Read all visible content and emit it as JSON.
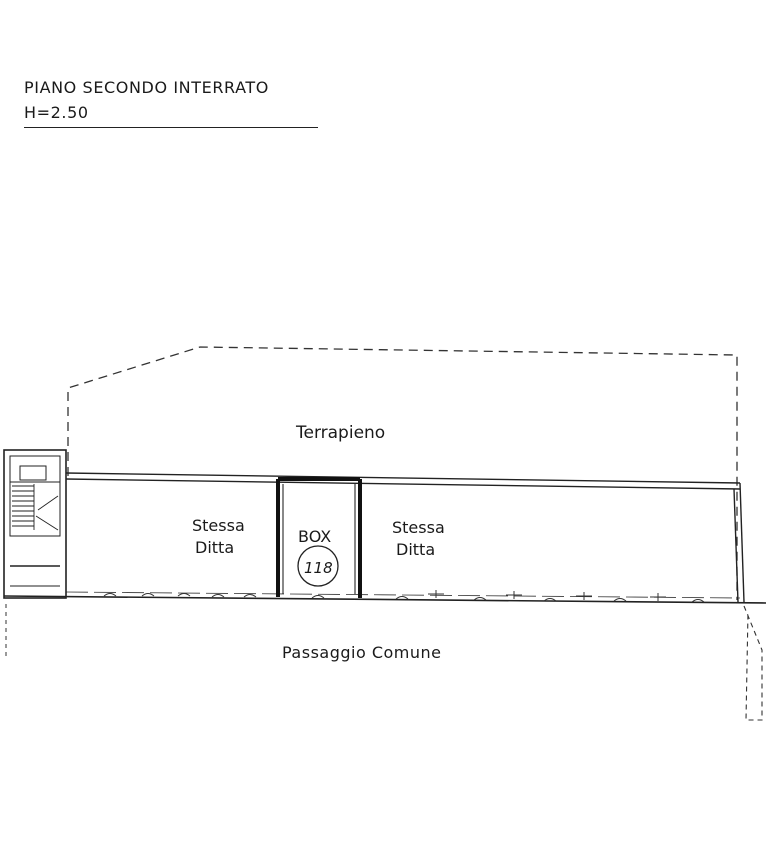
{
  "header": {
    "title": "PIANO SECONDO INTERRATO",
    "height": "H=2.50"
  },
  "plan": {
    "embankment_label": "Terrapieno",
    "left_unit": [
      "Stessa",
      "Ditta"
    ],
    "right_unit": [
      "Stessa",
      "Ditta"
    ],
    "box_label": "BOX",
    "box_number": "118",
    "passage_label": "Passaggio Comune"
  }
}
